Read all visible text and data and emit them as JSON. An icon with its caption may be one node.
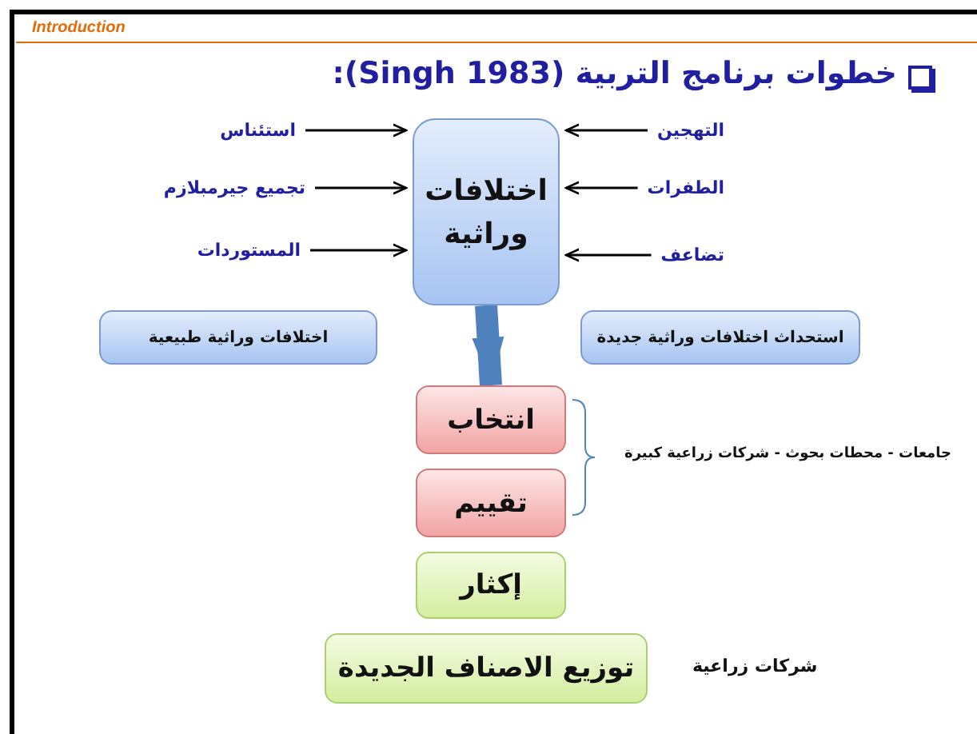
{
  "diagram": {
    "title": "خطوات برنامج التربية (Singh 1983):",
    "nodes": [
      {
        "text": [
          "اختلافات وراثية"
        ]
      },
      {
        "text": [
          "التهجين"
        ]
      },
      {
        "text": [
          "الطفرات"
        ]
      },
      {
        "text": [
          "تضاعف"
        ]
      },
      {
        "text": [
          "استئناس"
        ]
      },
      {
        "text": [
          "تجميع جيرمبلازم"
        ]
      },
      {
        "text": [
          "المستوردات"
        ]
      },
      {
        "text": [
          "اختلافات وراثية طبيعية"
        ]
      },
      {
        "text": [
          "استحداث اختلافات وراثية جديدة"
        ]
      },
      {
        "text": [
          "انتخاب"
        ]
      },
      {
        "text": [
          "تقييم"
        ]
      },
      {
        "text": [
          "إكثار"
        ]
      },
      {
        "text": [
          "توزيع الاصناف الجديدة"
        ],
        "beside": [
          "شركات زراعية"
        ]
      }
    ],
    "edges": [
      {
        "from": 1,
        "to": 0,
        "arrow": "to"
      },
      {
        "from": 2,
        "to": 0,
        "arrow": "to"
      },
      {
        "from": 3,
        "to": 0,
        "arrow": "to"
      },
      {
        "from": 4,
        "to": 0,
        "arrow": "to"
      },
      {
        "from": 5,
        "to": 0,
        "arrow": "to"
      },
      {
        "from": 6,
        "to": 0,
        "arrow": "to"
      },
      {
        "from": 0,
        "to": 9,
        "arrow": "to",
        "style": "thick",
        "color": "#4f81bd"
      }
    ],
    "labels": [
      "Introduction",
      "جامعات - محطات بحوث - شركات زراعية كبيرة"
    ]
  }
}
